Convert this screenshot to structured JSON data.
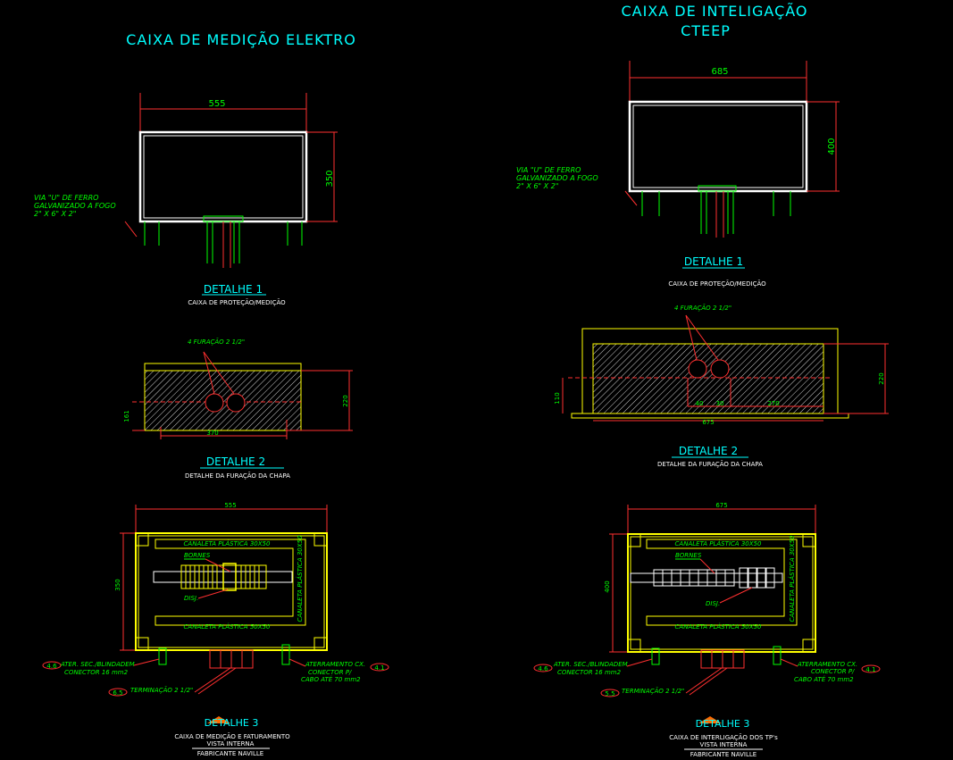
{
  "left": {
    "title": "CAIXA DE MEDIÇÃO ELEKTRO",
    "d1": {
      "width": "555",
      "height": "350",
      "note": [
        "VIA \"U\" DE FERRO",
        "GALVANIZADO A FOGO",
        "2\" X 6\" X 2\""
      ],
      "label": "DETALHE 1",
      "caption": "CAIXA DE PROTEÇÃO/MEDIÇÃO"
    },
    "d2": {
      "holes": "4 FURAÇÃO 2 1/2\"",
      "dim_left": "161",
      "dim_right": "220",
      "dim_bottom": "370",
      "label": "DETALHE 2",
      "caption": "DETALHE DA FURAÇÃO DA CHAPA"
    },
    "d3": {
      "width": "555",
      "height": "350",
      "duct_top": "CANALETA PLÁSTICA 30X50",
      "duct_side": "CANALETA PLÁSTICA 30X50",
      "duct_bottom": "CANALETA PLÁSTICA 50X50",
      "bornes": "BORNES",
      "disj": "DISJ.",
      "ground_l1": "ATER. SEC./BLINDADEM",
      "ground_l2": "CONECTOR 16 mm2",
      "ground_tag": "4.6",
      "ground_r1": "ATERRAMENTO CX.",
      "ground_r2": "CONECTOR P/",
      "ground_r3": "CABO ATÉ 70 mm2",
      "ground_rtag": "4.1",
      "term": "TERMINAÇÃO 2 1/2\"",
      "term_tag": "6.5",
      "label": "DETALHE 3",
      "caption": [
        "CAIXA DE MEDIÇÃO E FATURAMENTO",
        "VISTA INTERNA",
        "FABRICANTE NAVILLE"
      ]
    }
  },
  "right": {
    "title1": "CAIXA DE INTELIGAÇÃO",
    "title2": "CTEEP",
    "d1": {
      "width": "685",
      "height": "400",
      "note": [
        "VIA \"U\" DE FERRO",
        "GALVANIZADO A FOGO",
        "2\" X 6\" X 2\""
      ],
      "label": "DETALHE 1",
      "caption": "CAIXA DE PROTEÇÃO/MEDIÇÃO"
    },
    "d2": {
      "holes": "4 FURAÇÃO 2 1/2\"",
      "dim_left": "110",
      "dim_right": "220",
      "dim_bottom": "675",
      "dim_a": "40",
      "dim_b": "30",
      "dim_c": "270",
      "label": "DETALHE 2",
      "caption": "DETALHE DA FURAÇÃO DA CHAPA"
    },
    "d3": {
      "width": "675",
      "height": "400",
      "duct_top": "CANALETA PLÁSTICA 30X50",
      "duct_side": "CANALETA PLÁSTICA 30X50",
      "duct_bottom": "CANALETA PLÁSTICA 50X50",
      "bornes": "BORNES",
      "disj": "DISJ.",
      "ground_l1": "ATER. SEC./BLINDADEM",
      "ground_l2": "CONECTOR 16 mm2",
      "ground_tag": "4.6",
      "ground_r1": "ATERRAMENTO CX.",
      "ground_r2": "CONECTOR P/",
      "ground_r3": "CABO ATÉ 70 mm2",
      "ground_rtag": "4.1",
      "term": "TERMINAÇÃO 2 1/2\"",
      "term_tag": "5.5",
      "label": "DETALHE 3",
      "caption": [
        "CAIXA DE INTERLIGAÇÃO DOS TP's",
        "VISTA INTERNA",
        "FABRICANTE NAVILLE"
      ]
    }
  }
}
